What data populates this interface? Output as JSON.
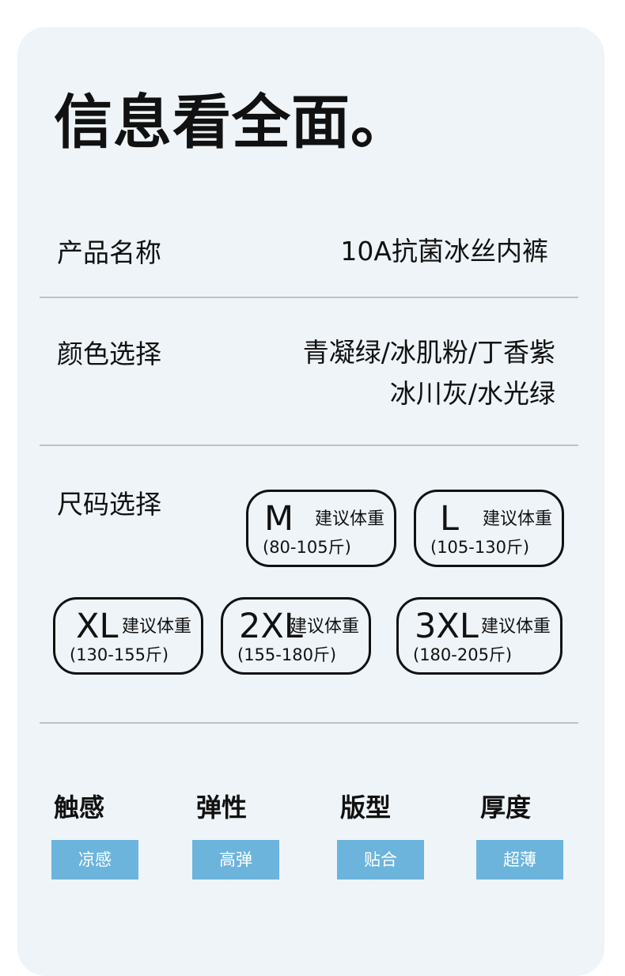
{
  "heading": "信息看全面。",
  "product": {
    "label": "产品名称",
    "value": "10A抗菌冰丝内裤"
  },
  "colors": {
    "label": "颜色选择",
    "line1": "青凝绿/冰肌粉/丁香紫",
    "line2": "冰川灰/水光绿"
  },
  "sizes": {
    "label": "尺码选择",
    "note": "建议体重",
    "items": [
      {
        "size": "M",
        "range": "(80-105斤)"
      },
      {
        "size": "L",
        "range": "(105-130斤)"
      },
      {
        "size": "XL",
        "range": "(130-155斤)"
      },
      {
        "size": "2XL",
        "range": "(155-180斤)"
      },
      {
        "size": "3XL",
        "range": "(180-205斤)"
      }
    ]
  },
  "features": [
    {
      "title": "触感",
      "tag": "凉感"
    },
    {
      "title": "弹性",
      "tag": "高弹"
    },
    {
      "title": "版型",
      "tag": "贴合"
    },
    {
      "title": "厚度",
      "tag": "超薄"
    }
  ],
  "colors_theme": {
    "card_bg": "#eef4f8",
    "tag_bg": "#6cb4dc",
    "divider": "#bcc2c7",
    "text": "#111111"
  }
}
